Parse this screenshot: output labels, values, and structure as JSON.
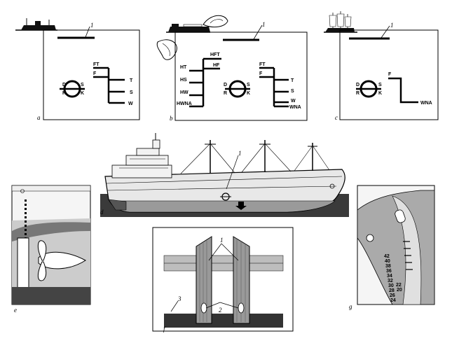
{
  "panels": {
    "a": {
      "letter": "a",
      "callout": "1",
      "disc_letters": {
        "left_top": "D",
        "left_bottom": "R",
        "right_top": "S",
        "right_bottom": "K"
      },
      "marks": [
        "FT",
        "F",
        "T",
        "S",
        "W"
      ]
    },
    "b": {
      "letter": "b",
      "callout": "1",
      "left_disc_letters": {
        "left_top": "D",
        "left_bottom": "R",
        "right_top": "S",
        "right_bottom": "K"
      },
      "fresh_marks": [
        "HFT",
        "HF",
        "HT",
        "HS",
        "HW",
        "HWNA"
      ],
      "sea_marks": [
        "FT",
        "F",
        "T",
        "S",
        "W",
        "WNA"
      ]
    },
    "c": {
      "letter": "c",
      "callout": "1",
      "disc_letters": {
        "left_top": "D",
        "left_bottom": "R",
        "right_top": "S",
        "right_bottom": "K"
      },
      "marks": [
        "F",
        "WNA"
      ]
    },
    "d": {
      "letter": "d",
      "callout": "1"
    },
    "e": {
      "letter": "e"
    },
    "f": {
      "letter": "f",
      "callouts": [
        "1",
        "2",
        "3"
      ]
    },
    "g": {
      "letter": "g",
      "draft_numbers": [
        "42",
        "40",
        "38",
        "36",
        "34",
        "32",
        "30",
        "28",
        "26",
        "24",
        "22",
        "20"
      ]
    }
  }
}
